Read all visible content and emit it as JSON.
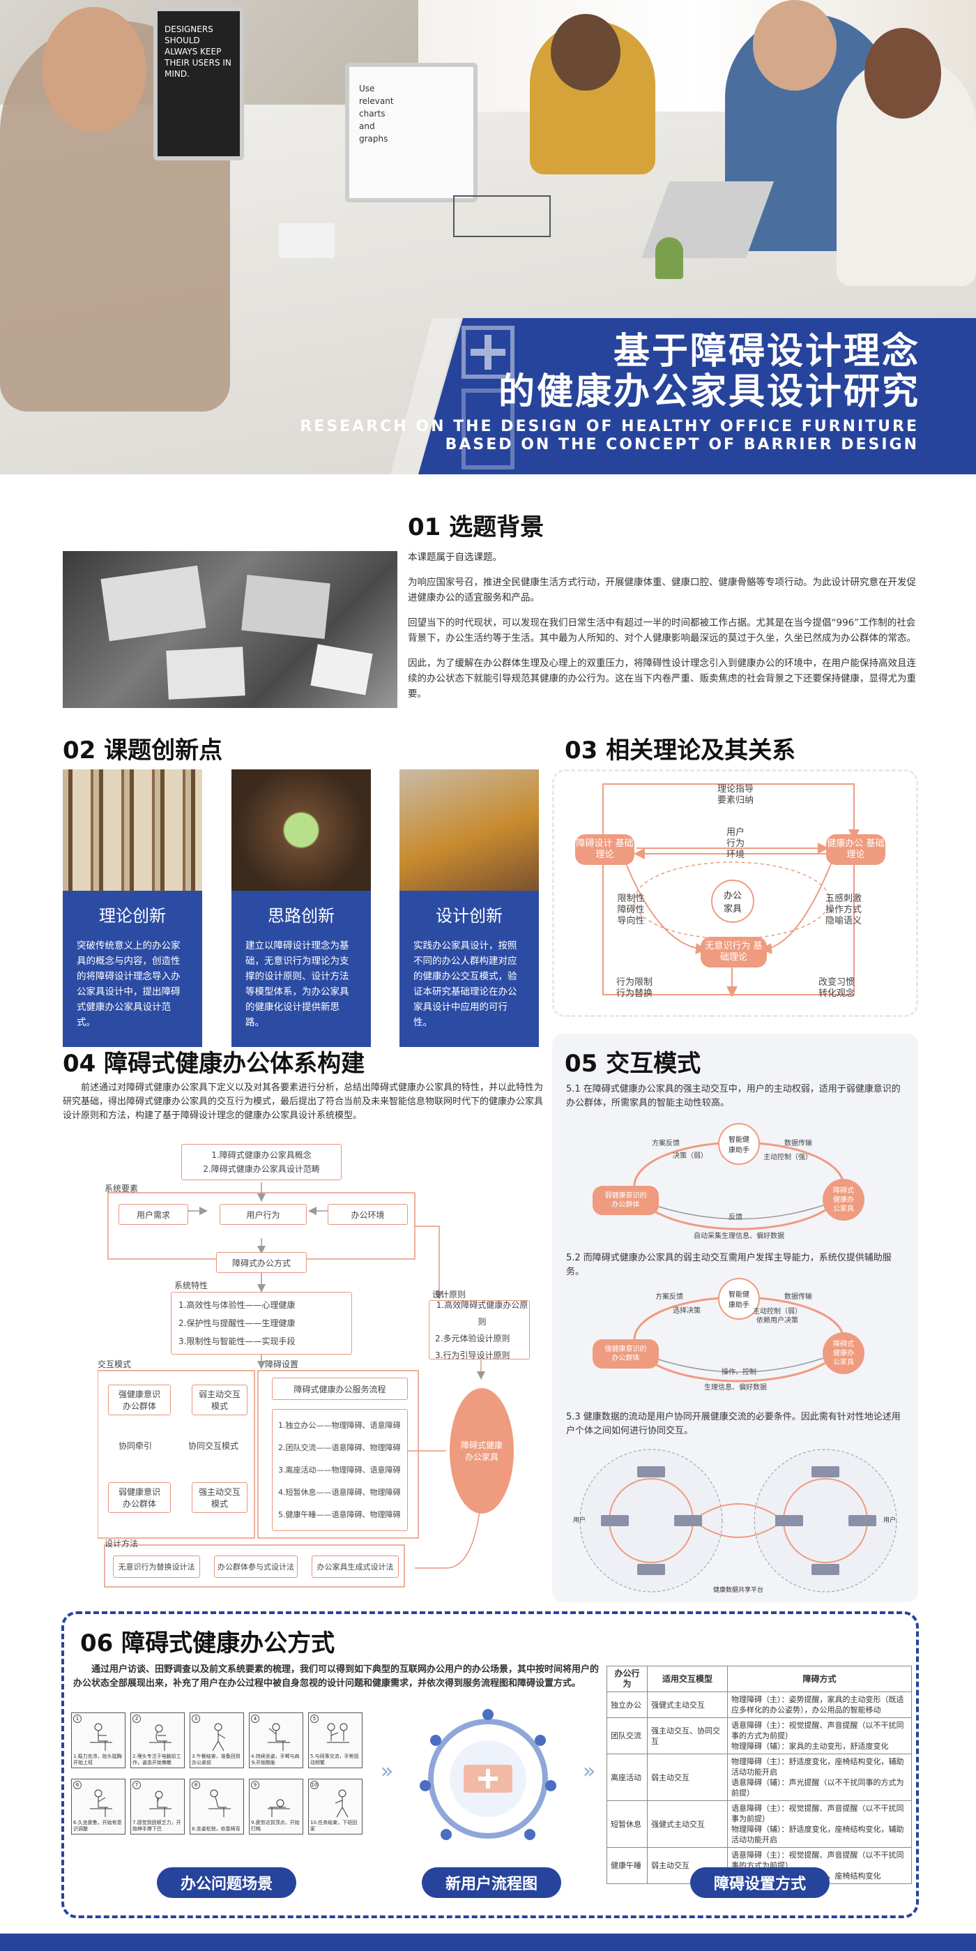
{
  "header": {
    "title_cn_line1": "基于障碍设计理念",
    "title_cn_line2": "的健康办公家具设计研究",
    "title_en_line1": "RESEARCH ON THE DESIGN OF HEALTHY OFFICE FURNITURE",
    "title_en_line2": "BASED ON THE CONCEPT OF BARRIER DESIGN",
    "monitor1_text": "DESIGNERS SHOULD ALWAYS KEEP THEIR USERS IN MIND.",
    "monitor2_text": "Use relevant charts and graphs"
  },
  "sec01": {
    "title": "01  选题背景",
    "p1": "本课题属于自选课题。",
    "p2": "为响应国家号召，推进全民健康生活方式行动，开展健康体重、健康口腔、健康骨骼等专项行动。为此设计研究意在开发促进健康办公的适宜服务和产品。",
    "p3": "回望当下的时代现状，可以发现在我们日常生活中有超过一半的时间都被工作占据。尤其是在当今提倡“996”工作制的社会背景下，办公生活约等于生活。其中最为人所知的、对个人健康影响最深远的莫过于久坐，久坐已然成为办公群体的常态。",
    "p4": "因此，为了缓解在办公群体生理及心理上的双重压力，将障碍性设计理念引入到健康办公的环境中，在用户能保持高效且连续的办公状态下就能引导规范其健康的办公行为。这在当下内卷严重、贩卖焦虑的社会背景之下还要保持健康，显得尤为重要。"
  },
  "sec02": {
    "title": "02  课题创新点",
    "cards": [
      {
        "title": "理论创新",
        "text": "突破传统意义上的办公家具的概念与内容，创造性的将障碍设计理念导入办公家具设计中，提出障碍式健康办公家具设计范式。"
      },
      {
        "title": "思路创新",
        "text": "建立以障碍设计理念为基础，无意识行为理论为支撑的设计原则、设计方法等模型体系，为办公家具的健康化设计提供新思路。"
      },
      {
        "title": "设计创新",
        "text": "实践办公家具设计，按照不同的办公人群构建对应的健康办公交互模式，验证本研究基础理论在办公家具设计中应用的可行性。"
      }
    ]
  },
  "sec03": {
    "title": "03  相关理论及其关系",
    "nodes": {
      "left": "障碍设计\n基础理论",
      "right": "健康办公\n基础理论",
      "bottom": "无意识行为\n基础理论",
      "center": "办公\n家具"
    },
    "labels": {
      "top": "理论指导\n要素归纳",
      "user": "用户\n行为\n环境",
      "left_mid": "限制性\n障碍性\n导向性",
      "right_mid": "五感刺激\n操作方式\n隐喻语义",
      "bottom_left": "行为限制\n行为替换",
      "bottom_right": "改变习惯\n转化观念"
    }
  },
  "sec04": {
    "title": "04  障碍式健康办公体系构建",
    "intro": "前述通过对障碍式健康办公家具下定义以及对其各要素进行分析，总结出障碍式健康办公家具的特性，并以此特性为研究基础，得出障碍式健康办公家具的交互行为模式，最后提出了符合当前及未来智能信息物联网时代下的健康办公家具设计原则和方法，构建了基于障碍设计理念的健康办公家具设计系统模型。",
    "top_box": [
      "1.障碍式健康办公家具概念",
      "2.障碍式健康办公家具设计范畴"
    ],
    "system_elements": "系统要素",
    "elements": [
      "用户需求",
      "用户行为",
      "办公环境"
    ],
    "style": "障碍式办公方式",
    "features_title": "系统特性",
    "features": [
      "1.高效性与体验性——心理健康",
      "2.保护性与提醒性——生理健康",
      "3.限制性与智能性——实现手段"
    ],
    "principles_title": "设计原则",
    "principles": [
      "1.高效障碍式健康办公原则",
      "2.多元体验设计原则",
      "3.行为引导设计原则"
    ],
    "interaction_title": "交互模式",
    "interaction": [
      "强健康意识\n办公群体",
      "弱主动交互\n模式",
      "协同牵引",
      "协同交互模式",
      "弱健康意识\n办公群体",
      "强主动交互\n模式"
    ],
    "barrier_title": "障碍设置",
    "barrier_flow": "障碍式健康办公服务流程",
    "barriers": [
      "1.独立办公——物理障碍、语意障碍",
      "2.团队交流——语意障碍、物理障碍",
      "3.离座活动——物理障碍、语意障碍",
      "4.短暂休息——语意障碍、物理障碍",
      "5.健康午睡——语意障碍、物理障碍"
    ],
    "result": "障碍式健康\n办公家具",
    "methods_title": "设计方法",
    "methods": [
      "无意识行为替换设计法",
      "办公群体参与式设计法",
      "办公家具生成式设计法"
    ]
  },
  "sec05": {
    "title": "05  交互模式",
    "t1": "5.1 在障碍式健康办公家具的强主动交互中，用户的主动权弱，适用于弱健康意识的办公群体，所需家具的智能主动性较高。",
    "t2": "5.2 而障碍式健康办公家具的弱主动交互需用户发挥主导能力，系统仅提供辅助服务。",
    "t3": "5.3 健康数据的流动是用户协同开展健康交流的必要条件。因此需有针对性地论述用户个体之间如何进行协同交互。",
    "d1": {
      "top": "智能健\n康助手",
      "left": "弱健康意识的\n办公群体",
      "right": "障碍式\n健康办\n公家具",
      "l1": "方案反馈",
      "l2": "决策（弱）",
      "l3": "数据传输",
      "l4": "主动控制（强）",
      "l5": "反馈",
      "l6": "自动采集生理信息、偏好数据"
    },
    "d2": {
      "top": "智能健\n康助手",
      "left": "强健康意识的\n办公群体",
      "right": "障碍式\n健康办\n公家具",
      "l1": "方案反馈",
      "l2": "选择决策",
      "l3": "数据传输",
      "l4": "主动控制（弱）\n依赖用户决策",
      "l5": "操作、控制",
      "l6": "生理信息、偏好数据"
    },
    "d3": {
      "user": "用户",
      "platform": "健康数据共享平台"
    }
  },
  "sec06": {
    "title": "06  障碍式健康办公方式",
    "intro": "通过用户访谈、田野调查以及前文系统要素的梳理，我们可以得到如下典型的互联网办公用户的办公场景，其中按时间将用户的办公状态全部展现出来，补充了用户在办公过程中被自身忽视的设计问题和健康需求，并依次得到服务流程图和障碍设置方式。",
    "scenes": [
      "1.稳力充沛，抬头挺胸开始上班",
      "2.埋头专注于电脑前工作，姿态开始懒散",
      "3.午餐结束，准备回到办公桌前",
      "4.持续坐姿，手臂与肩头开始酸胀",
      "5.与同事交流，手势扭动频繁",
      "6.久坐疲惫，开始有意识调整",
      "7.感觉到困顿乏力，开始伸手撑下巴",
      "8.坐姿松弛，依靠椅背",
      "9.疲劳达到顶点，开始打盹",
      "10.任务结束，下班回家"
    ],
    "table": {
      "headers": [
        "办公行为",
        "适用交互模型",
        "障碍方式"
      ],
      "rows": [
        [
          "独立办公",
          "强健式主动交互",
          "物理障碍（主）：姿势提醒，家具的主动变形（既适应多样化的办公姿势），办公用品的智能移动"
        ],
        [
          "团队交流",
          "强主动交互、协同交互",
          "语意障碍（主）：视觉提醒、声音提醒（以不干扰同事的方式为前提）\n物理障碍（辅）：家具的主动变形，舒适度变化"
        ],
        [
          "离座活动",
          "弱主动交互",
          "物理障碍（主）：舒适度变化，座椅结构变化，辅助活动功能开启\n语意障碍（辅）：声光提醒（以不干扰同事的方式为前提）"
        ],
        [
          "短暂休息",
          "强健式主动交互",
          "语意障碍（主）：视觉提醒、声音提醒（以不干扰同事为前提）\n物理障碍（辅）：舒适度变化，座椅结构变化，辅助活动功能开启"
        ],
        [
          "健康午睡",
          "弱主动交互",
          "语意障碍（主）：视觉提醒、声音提醒（以不干扰同事的方式为前提）\n物理障碍（辅）：舒适度变化，座椅结构变化"
        ]
      ]
    },
    "buttons": [
      "办公问题场景",
      "新用户流程图",
      "障碍设置方式"
    ]
  }
}
